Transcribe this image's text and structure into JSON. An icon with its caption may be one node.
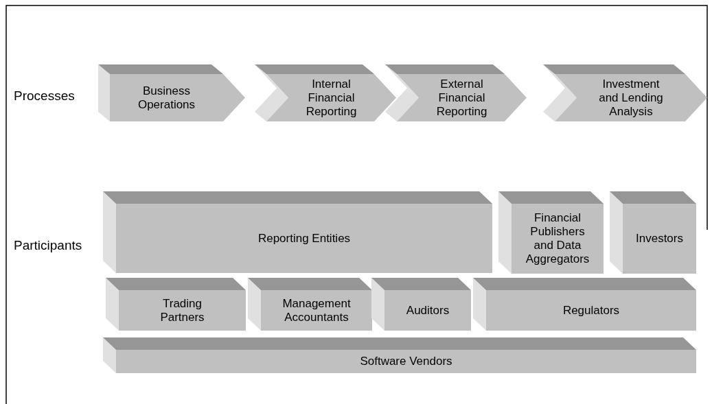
{
  "diagram": {
    "nodes": [
      {
        "text": [
          "Business Operations"
        ]
      },
      {
        "text": [
          "Internal Financial Reporting"
        ]
      },
      {
        "text": [
          "External Financial Reporting"
        ]
      },
      {
        "text": [
          "Investment and Lending Analysis"
        ]
      },
      {
        "text": [
          "Reporting Entities"
        ]
      },
      {
        "text": [
          "Financial Publishers and Data Aggregators"
        ]
      },
      {
        "text": [
          "Investors"
        ]
      },
      {
        "text": [
          "Trading Partners"
        ]
      },
      {
        "text": [
          "Management Accountants"
        ]
      },
      {
        "text": [
          "Auditors"
        ]
      },
      {
        "text": [
          "Regulators"
        ]
      },
      {
        "text": [
          "Software Vendors"
        ]
      }
    ],
    "labels": [
      "Processes",
      "Participants"
    ]
  }
}
